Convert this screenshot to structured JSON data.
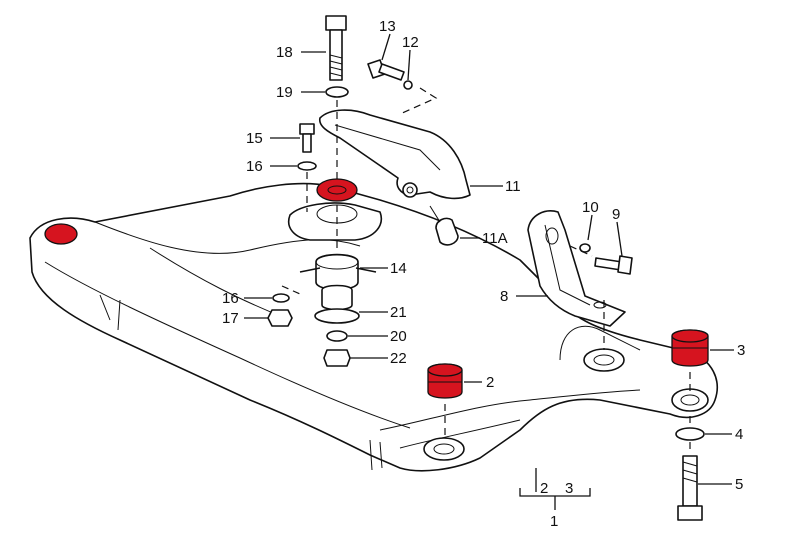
{
  "callouts": {
    "c1": "1",
    "c2": "2",
    "c3": "3",
    "c4": "4",
    "c5": "5",
    "c8": "8",
    "c9": "9",
    "c10": "10",
    "c11": "11",
    "c11a": "11A",
    "c12": "12",
    "c13": "13",
    "c14": "14",
    "c15": "15",
    "c16a": "16",
    "c16b": "16",
    "c17": "17",
    "c18": "18",
    "c19": "19",
    "c20": "20",
    "c21": "21",
    "c22": "22",
    "sub2": "2",
    "sub3": "3"
  },
  "colors": {
    "bushing_highlight": "#d6141f",
    "line": "#111111",
    "paper": "#ffffff"
  },
  "icons": [
    "subframe",
    "bushing",
    "bolt",
    "washer",
    "nut",
    "engine-mount",
    "bracket"
  ]
}
